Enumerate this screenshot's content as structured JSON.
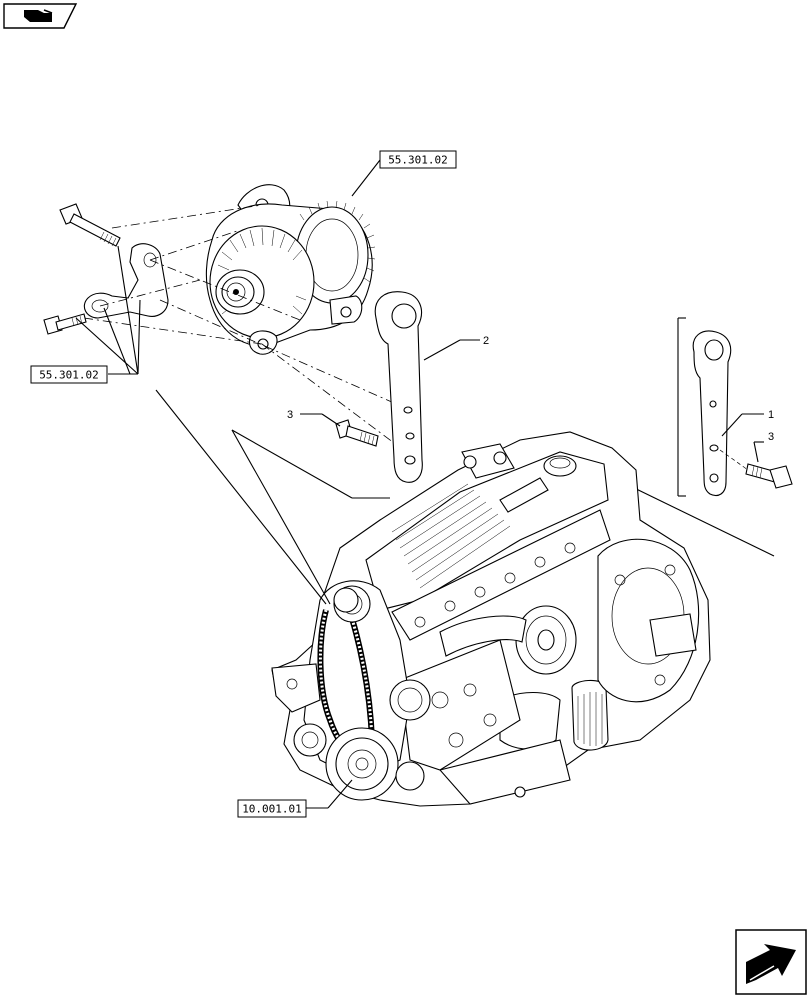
{
  "references": {
    "alternator_top": "55.301.02",
    "bolts_left": "55.301.02",
    "engine": "10.001.01"
  },
  "callouts": {
    "bracket_center": "2",
    "bolt_center": "3",
    "bracket_right": "1",
    "bolt_right": "3"
  },
  "icons": {
    "top_left": "book-icon",
    "bottom_right": "next-page-arrow-icon"
  }
}
